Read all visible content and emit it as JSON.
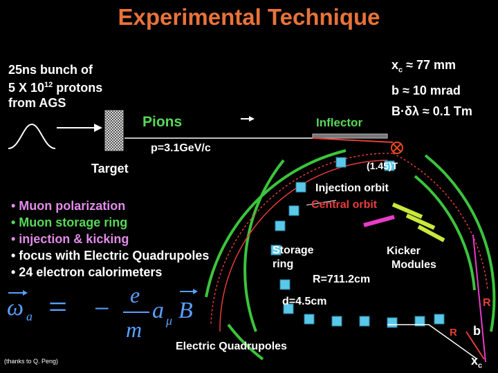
{
  "title": "Experimental Technique",
  "bunch": {
    "line1": "25ns bunch of",
    "line2_pre": "5 X 10",
    "line2_sup": "12",
    "line2_post": " protons",
    "line3": "from AGS"
  },
  "labels": {
    "pions": "Pions",
    "momentum": "p=3.1GeV/c",
    "target": "Target",
    "inflector": "Inflector",
    "xc_pre": "x",
    "xc_sub": "c",
    "xc_post": " ≈ 77 mm",
    "b_value": "b ≈ 10 mrad",
    "bdl": "B·δλ ≈ 0.1 Tm",
    "field_fragment": "(1.45)T",
    "injection_orbit": "Injection orbit",
    "central_orbit": "Central  orbit",
    "storage_ring_1": "Storage",
    "storage_ring_2": "ring",
    "kicker_1": "Kicker",
    "kicker_2": "Modules",
    "radius": "R=711.2cm",
    "d_value": "d=4.5cm",
    "electric_quads": "Electric Quadrupoles",
    "r_label_1": "R",
    "r_label_2": "R",
    "b_label": "b",
    "xc_corner_pre": "x",
    "xc_corner_sub": "c"
  },
  "bullets": [
    {
      "text": "• Muon polarization",
      "color": "#e18ce8"
    },
    {
      "text": "• Muon storage ring",
      "color": "#57d957"
    },
    {
      "text": "• injection & kicking",
      "color": "#e18ce8"
    },
    {
      "text": "• focus with  Electric Quadrupoles",
      "color": "#ffffff"
    },
    {
      "text": "• 24 electron calorimeters",
      "color": "#ffffff"
    }
  ],
  "formula": {
    "lhs": "ω",
    "lhs_sub": "a",
    "equals": "=",
    "minus": "−",
    "numerator": "e",
    "denominator": "m",
    "coef": "a",
    "coef_sub": "μ",
    "field": "B"
  },
  "credit": "(thanks to  Q. Peng)",
  "colors": {
    "title": "#e8733a",
    "ring": "#3cc43c",
    "quad": "#5ac8e8",
    "kicker": "#c8e83c",
    "red_orbit": "#e83c3c",
    "magenta": "#e83cc8",
    "cross": "#e84a1e"
  }
}
